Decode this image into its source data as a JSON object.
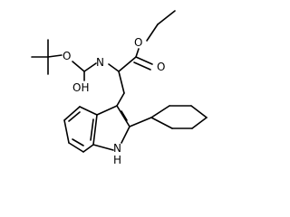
{
  "molecule": {
    "atom_labels": {
      "ester_carbonyl_o": "O",
      "ester_ether_o": "O",
      "amide_n": "N",
      "carbamate_ether_o": "O",
      "carbamate_oh": "OH",
      "indole_n": "N",
      "indole_h": "H"
    },
    "colors": {
      "ink": "#000000",
      "background": "#ffffff"
    }
  }
}
